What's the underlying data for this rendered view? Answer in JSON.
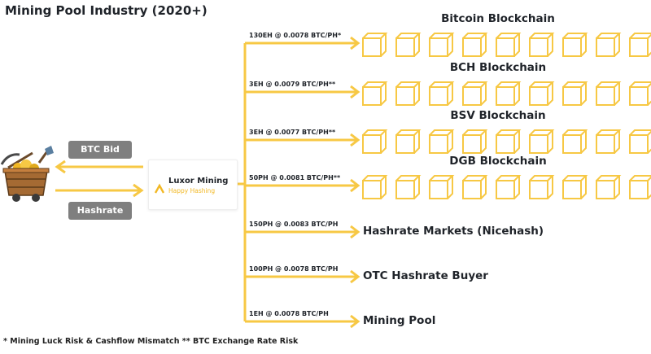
{
  "title": "Mining Pool Industry (2020+)",
  "footer": "* Mining Luck Risk & Cashflow Mismatch ** BTC Exchange Rate Risk",
  "colors": {
    "arrow": "#f7c844",
    "block": "#f7c844",
    "pill": "#7f7f7f",
    "tagline": "#f2b824"
  },
  "left_flows": {
    "bid_label": "BTC Bid",
    "hashrate_label": "Hashrate"
  },
  "pool": {
    "name": "Luxor Mining",
    "tagline": "Happy Hashing",
    "icon": "luxor-chevron-icon"
  },
  "miner": {
    "icon": "mine-cart-icon"
  },
  "routes": [
    {
      "rate": "130EH @ 0.0078 BTC/PH*",
      "destination": "Bitcoin Blockchain",
      "kind": "blockchain"
    },
    {
      "rate": "3EH @ 0.0079 BTC/PH**",
      "destination": "BCH Blockchain",
      "kind": "blockchain"
    },
    {
      "rate": "3EH @ 0.0077 BTC/PH**",
      "destination": "BSV Blockchain",
      "kind": "blockchain"
    },
    {
      "rate": "50PH @ 0.0081 BTC/PH**",
      "destination": "DGB Blockchain",
      "kind": "blockchain"
    },
    {
      "rate": "150PH @ 0.0083 BTC/PH",
      "destination": "Hashrate Markets (Nicehash)",
      "kind": "market"
    },
    {
      "rate": "100PH @ 0.0078 BTC/PH",
      "destination": "OTC Hashrate Buyer",
      "kind": "market"
    },
    {
      "rate": "1EH @ 0.0078 BTC/PH",
      "destination": "Mining Pool",
      "kind": "market"
    }
  ]
}
